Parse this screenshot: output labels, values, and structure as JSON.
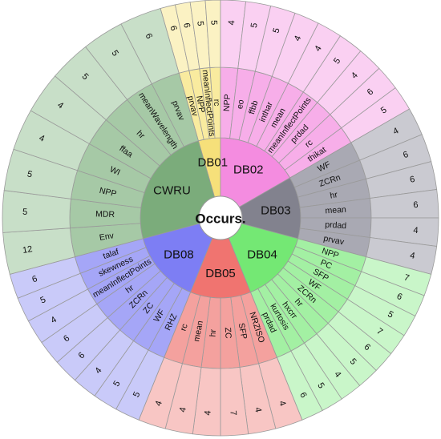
{
  "center": "Occurs.",
  "groups": [
    {
      "name": "DB01",
      "colors": {
        "inner": "#f6e07a",
        "mid": "#f9eb9f",
        "outer": "#fbf2c3"
      },
      "features": [
        {
          "label": "prvav",
          "count": "6"
        },
        {
          "label": "NPP",
          "count": "6"
        },
        {
          "label": "meanInflectPoints",
          "count": "5"
        },
        {
          "label": "rc",
          "count": "5"
        }
      ]
    },
    {
      "name": "DB02",
      "colors": {
        "inner": "#f48ce0",
        "mid": "#f7aee9",
        "outer": "#fad0f2"
      },
      "features": [
        {
          "label": "NPP",
          "count": "4"
        },
        {
          "label": "eo",
          "count": "5"
        },
        {
          "label": "ffbb",
          "count": "5"
        },
        {
          "label": "inthar",
          "count": "4"
        },
        {
          "label": "mean",
          "count": "4"
        },
        {
          "label": "meanInflectPoints",
          "count": "5"
        },
        {
          "label": "prdad",
          "count": "4"
        },
        {
          "label": "rc",
          "count": "6"
        },
        {
          "label": "thikat",
          "count": "5"
        }
      ]
    },
    {
      "name": "DB03",
      "colors": {
        "inner": "#82828e",
        "mid": "#a9a9b3",
        "outer": "#cacad1"
      },
      "features": [
        {
          "label": "WF",
          "count": "4"
        },
        {
          "label": "ZCRn",
          "count": "6"
        },
        {
          "label": "hr",
          "count": "6"
        },
        {
          "label": "mean",
          "count": "6"
        },
        {
          "label": "prdad",
          "count": "4"
        },
        {
          "label": "prvav",
          "count": "4"
        }
      ]
    },
    {
      "name": "DB04",
      "colors": {
        "inner": "#74e874",
        "mid": "#a3f0a3",
        "outer": "#c9f6c9"
      },
      "features": [
        {
          "label": "NPP",
          "count": "7"
        },
        {
          "label": "PC",
          "count": "6"
        },
        {
          "label": "SFP",
          "count": "5"
        },
        {
          "label": "WF",
          "count": "7"
        },
        {
          "label": "ZCRn",
          "count": "6"
        },
        {
          "label": "hr",
          "count": "5"
        },
        {
          "label": "hxcrr",
          "count": "4"
        },
        {
          "label": "kurtosis",
          "count": "5"
        },
        {
          "label": "prdad",
          "count": "6"
        }
      ]
    },
    {
      "name": "DB05",
      "colors": {
        "inner": "#f07470",
        "mid": "#f4a19e",
        "outer": "#f8c6c4"
      },
      "features": [
        {
          "label": "NRZISO",
          "count": "4"
        },
        {
          "label": "SFP",
          "count": "4"
        },
        {
          "label": "ZC",
          "count": "7"
        },
        {
          "label": "hr",
          "count": "4"
        },
        {
          "label": "mean",
          "count": "4"
        },
        {
          "label": "rc",
          "count": "4"
        }
      ]
    },
    {
      "name": "DB08",
      "colors": {
        "inner": "#7d7ef4",
        "mid": "#a5a6f7",
        "outer": "#c9caf9"
      },
      "features": [
        {
          "label": "RHZ",
          "count": "5"
        },
        {
          "label": "WF",
          "count": "5"
        },
        {
          "label": "ZC",
          "count": "4"
        },
        {
          "label": "ZCRn",
          "count": "6"
        },
        {
          "label": "hr",
          "count": "6"
        },
        {
          "label": "meanInflectPoints",
          "count": "4"
        },
        {
          "label": "skewness",
          "count": "5"
        },
        {
          "label": "talaf",
          "count": "6"
        }
      ]
    },
    {
      "name": "CWRU",
      "colors": {
        "inner": "#7bac7b",
        "mid": "#a6c9a6",
        "outer": "#c8dfc8"
      },
      "features": [
        {
          "label": "Env",
          "count": "12"
        },
        {
          "label": "MDR",
          "count": "5"
        },
        {
          "label": "NPP",
          "count": "5"
        },
        {
          "label": "WI",
          "count": "4"
        },
        {
          "label": "ffaa",
          "count": "4"
        },
        {
          "label": "hr",
          "count": "5"
        },
        {
          "label": "meanWavelength",
          "count": "5"
        },
        {
          "label": "prvav",
          "count": "6"
        }
      ]
    }
  ]
}
